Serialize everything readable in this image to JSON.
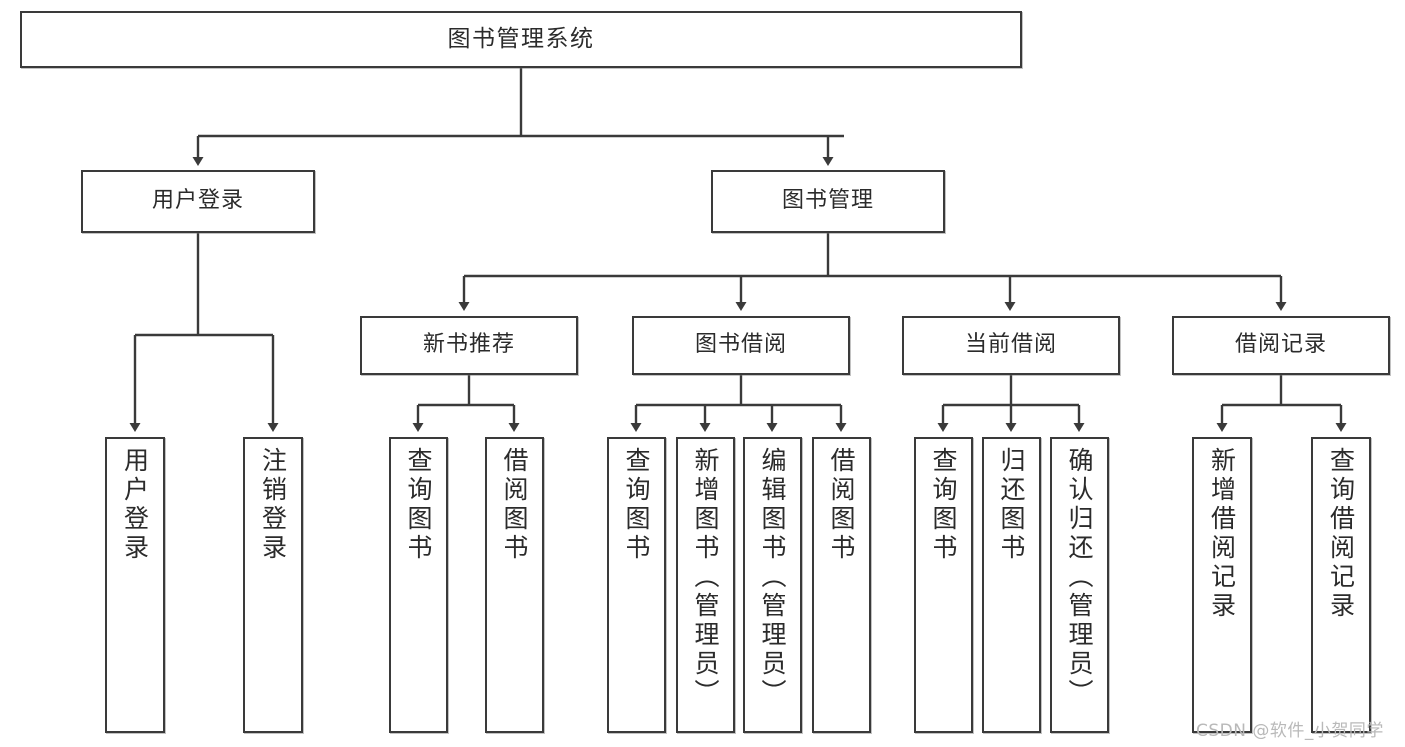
{
  "diagram": {
    "title": "图书管理系统",
    "type": "tree-structure-chart",
    "root": {
      "label": "图书管理系统"
    },
    "level2": [
      {
        "label": "用户登录"
      },
      {
        "label": "图书管理"
      }
    ],
    "level3": [
      {
        "label": "新书推荐"
      },
      {
        "label": "图书借阅"
      },
      {
        "label": "当前借阅"
      },
      {
        "label": "借阅记录"
      }
    ],
    "leaves": {
      "user_login": [
        {
          "label": "用户登录"
        },
        {
          "label": "注销登录"
        }
      ],
      "new_book_recommend": [
        {
          "label": "查询图书"
        },
        {
          "label": "借阅图书"
        }
      ],
      "book_borrow": [
        {
          "label": "查询图书"
        },
        {
          "label": "新增图书（管理员）"
        },
        {
          "label": "编辑图书（管理员）"
        },
        {
          "label": "借阅图书"
        }
      ],
      "current_borrow": [
        {
          "label": "查询图书"
        },
        {
          "label": "归还图书"
        },
        {
          "label": "确认归还（管理员）"
        }
      ],
      "borrow_record": [
        {
          "label": "新增借阅记录"
        },
        {
          "label": "查询借阅记录"
        }
      ]
    }
  },
  "watermark": {
    "text": "CSDN @软件_小贺同学"
  },
  "colors": {
    "border": "#3a3a3a",
    "text": "#2b2b2b",
    "background": "#ffffff",
    "watermark": "#b9b9b9"
  }
}
